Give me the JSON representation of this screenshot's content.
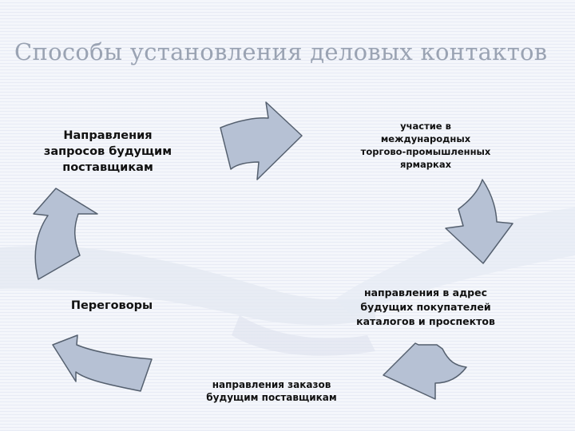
{
  "slide": {
    "title": "Способы установления деловых контактов",
    "nodes": [
      {
        "id": "requests",
        "lines": [
          "Направления",
          "запросов будущим",
          "поставщикам"
        ]
      },
      {
        "id": "fairs",
        "lines": [
          "участие в",
          "международных",
          "торгово-промышленных",
          "ярмарках"
        ]
      },
      {
        "id": "catalogs",
        "lines": [
          "направления в адрес",
          "будущих покупателей",
          "каталогов и проспектов"
        ]
      },
      {
        "id": "orders",
        "lines": [
          "направления заказов",
          "будущим поставщикам"
        ]
      },
      {
        "id": "negotiations",
        "lines": [
          "Переговоры"
        ]
      }
    ],
    "colors": {
      "arrow_fill": "#b6c1d4",
      "arrow_stroke": "#55606f",
      "title": "#9aa3b3",
      "background": "#f4f6fb"
    }
  }
}
